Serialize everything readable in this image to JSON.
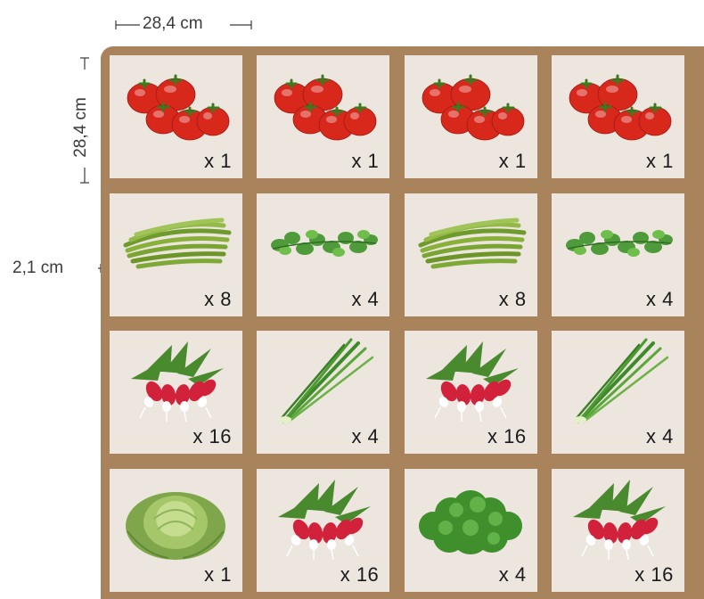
{
  "dimensions": {
    "cell_size_top": "28,4 cm",
    "cell_size_side": "28,4 cm",
    "divider_width": "2,1 cm"
  },
  "colors": {
    "frame": "#a8835b",
    "cell_background": "#ece6df"
  },
  "grid": [
    [
      {
        "plant": "tomato-icon",
        "count": "x 1"
      },
      {
        "plant": "tomato-icon",
        "count": "x 1"
      },
      {
        "plant": "tomato-icon",
        "count": "x 1"
      },
      {
        "plant": "tomato-icon",
        "count": "x 1"
      }
    ],
    [
      {
        "plant": "green-beans-icon",
        "count": "x 8"
      },
      {
        "plant": "herb-leaves-icon",
        "count": "x 4"
      },
      {
        "plant": "green-beans-icon",
        "count": "x 8"
      },
      {
        "plant": "herb-leaves-icon",
        "count": "x 4"
      }
    ],
    [
      {
        "plant": "radish-icon",
        "count": "x 16"
      },
      {
        "plant": "chives-icon",
        "count": "x 4"
      },
      {
        "plant": "radish-icon",
        "count": "x 16"
      },
      {
        "plant": "chives-icon",
        "count": "x 4"
      }
    ],
    [
      {
        "plant": "cabbage-icon",
        "count": "x 1"
      },
      {
        "plant": "radish-icon",
        "count": "x 16"
      },
      {
        "plant": "lettuce-icon",
        "count": "x 4"
      },
      {
        "plant": "radish-icon",
        "count": "x 16"
      }
    ]
  ]
}
